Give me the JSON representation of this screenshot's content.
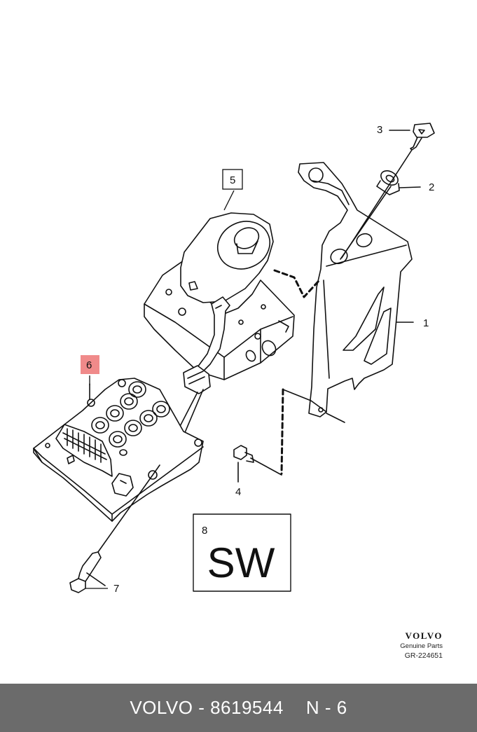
{
  "callouts": {
    "c1": "1",
    "c2": "2",
    "c3": "3",
    "c4": "4",
    "c5": "5",
    "c6": "6",
    "c7": "7",
    "c8": "8"
  },
  "sw_box": {
    "text": "SW"
  },
  "brand": {
    "logo": "VOLVO",
    "subtitle": "Genuine Parts",
    "code": "GR-224651"
  },
  "footer": {
    "part_label": "VOLVO - 8619544",
    "ref_label": "N - 6",
    "background": "#6b6b6b"
  },
  "highlight": {
    "callout": "6",
    "color": "#f08a8a"
  }
}
